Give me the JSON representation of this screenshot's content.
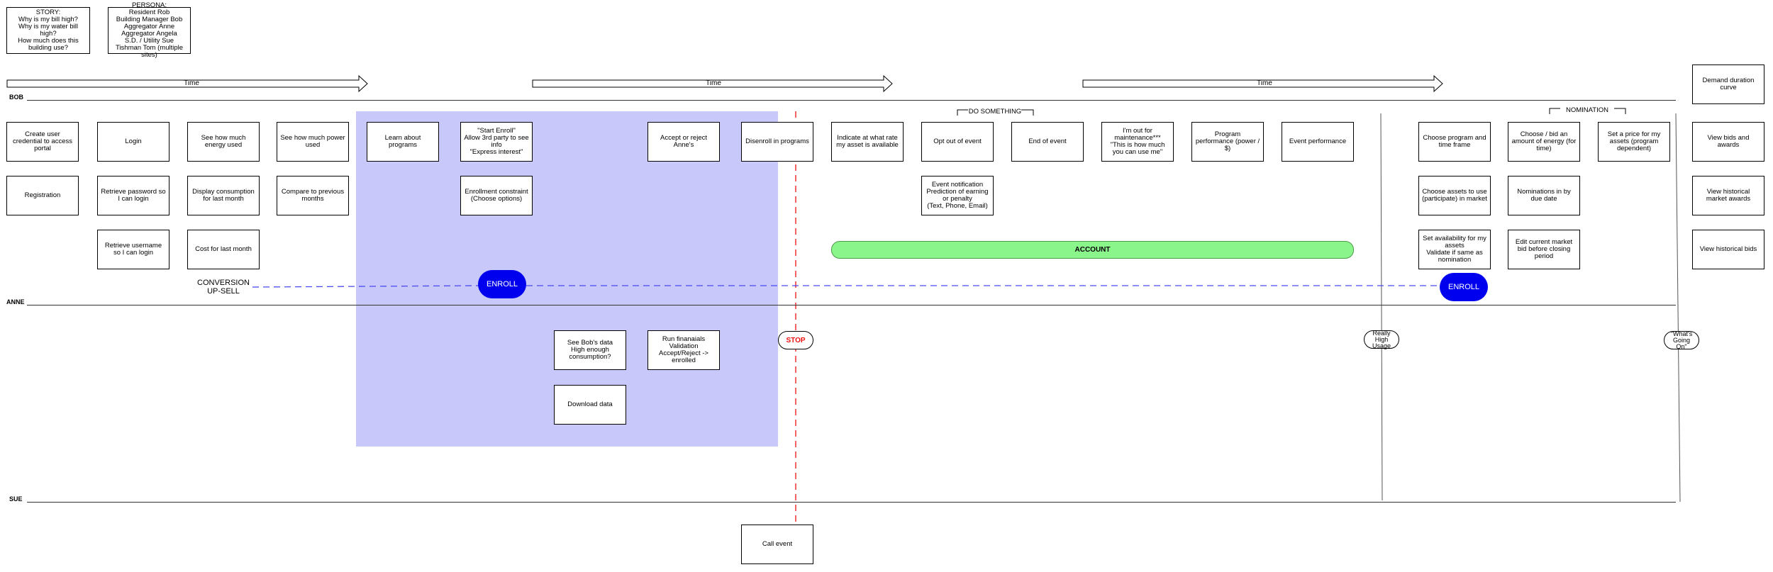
{
  "notes": {
    "story": "STORY:\nWhy is my bill high?\nWhy is my water bill high?\nHow much does this building use?",
    "persona": "PERSONA:\nResident Rob\nBuilding Manager Bob\nAggregator Anne\nAggregator Angela\nS.D. / Utility Sue\nTishman Tom (multiple sites)"
  },
  "timeline": {
    "arrow1": "Time",
    "arrow2": "Time",
    "arrow3": "Time"
  },
  "lanes": {
    "bob": "BOB",
    "anne": "ANNE",
    "sue": "SUE"
  },
  "brackets": {
    "do_something": "DO SOMETHING",
    "nomination": "NOMINATION"
  },
  "cards": {
    "create_credential": "Create user credential to access portal",
    "login": "Login",
    "energy_used": "See how much energy used",
    "power_used": "See how much power used",
    "registration": "Registration",
    "retrieve_password": "Retrieve password so I can login",
    "display_consumption": "Display consumption for last month",
    "compare_months": "Compare to previous months",
    "retrieve_username": "Retrieve username so I can login",
    "cost_last_month": "Cost for last month",
    "learn_programs": "Learn about programs",
    "start_enroll": "\"Start Enroll\"\nAllow 3rd party to see info\n\"Express interest\"",
    "accept_reject": "Accept or reject Anne's",
    "disenroll": "Disenroll in programs",
    "enrollment_constraint": "Enrollment constraint (Choose options)",
    "indicate_rate": "Indicate at what rate my asset is available",
    "opt_out": "Opt out of event",
    "end_event": "End of event",
    "out_for_maintenance": "I'm out for maintenance***\n\"This is how much you can use me\"",
    "program_performance": "Program performance (power / $)",
    "event_performance": "Event performance",
    "event_notification": "Event notification\nPrediction of earning or penalty\n(Text, Phone, Email)",
    "choose_program": "Choose program and time frame",
    "choose_bid": "Choose / bid an amount of energy (for time)",
    "set_price": "Set a price for my assets (program dependent)",
    "choose_assets": "Choose assets to use (participate) in market",
    "nominations_due": "Nominations in by due date",
    "set_availability": "Set availability for my assets\nValidate if same as nomination",
    "edit_bid": "Edit current market bid before closing period",
    "demand_duration": "Demand duration curve",
    "view_bids": "View bids and awards",
    "view_historical_awards": "View historical market awards",
    "view_historical_bids": "View historical bids",
    "see_bobs_data": "See Bob's data\nHigh enough consumption?",
    "run_financials": "Run finanaials\nValidation\nAccept/Reject -> enrolled",
    "download_data": "Download data",
    "call_event": "Call event"
  },
  "labels": {
    "conversion": "CONVERSION\nUP-SELL",
    "enroll_1": "ENROLL",
    "enroll_2": "ENROLL",
    "account": "ACCOUNT",
    "stop": "STOP",
    "really_high_usage": "Really High Usage",
    "whats_going_on": "\"What's Going On\""
  },
  "colors": {
    "enroll_blue": "#0000ee",
    "account_green": "#8af58a",
    "highlight_lavender": "#c8c8fa",
    "stop_red": "#ee1111",
    "dashed_blue": "#4a4af0"
  }
}
